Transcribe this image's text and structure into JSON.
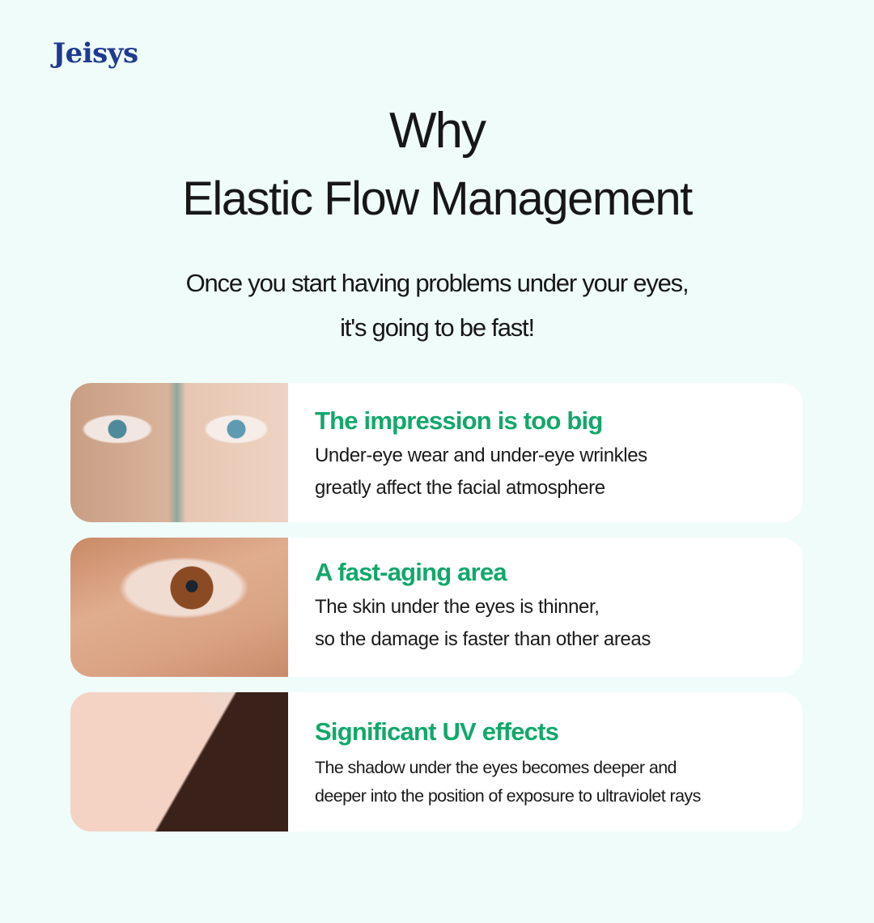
{
  "brand": {
    "logo_text": "Jeisys",
    "color": "#1f3a8f"
  },
  "header": {
    "line1": "Why",
    "line2": "Elastic Flow Management"
  },
  "subtitle": {
    "line1": "Once you start having problems under your eyes,",
    "line2": "it's going to be fast!"
  },
  "accent_color": "#12a86a",
  "background_color": "#effcfa",
  "cards": [
    {
      "image": "aging-vs-young-eyes-photo",
      "title": "The impression is too big",
      "text_line1": "Under-eye wear and under-eye wrinkles",
      "text_line2": "greatly affect the facial atmosphere"
    },
    {
      "image": "close-up-brown-eye-photo",
      "title": "A fast-aging area",
      "text_line1": "The skin under the eyes is thinner,",
      "text_line2": "so the damage is faster than other areas"
    },
    {
      "image": "woman-face-closed-eyes-photo",
      "title": "Significant UV effects",
      "text_line1": "The shadow under the eyes becomes deeper and",
      "text_line2": "deeper into the position of exposure to ultraviolet rays"
    }
  ]
}
